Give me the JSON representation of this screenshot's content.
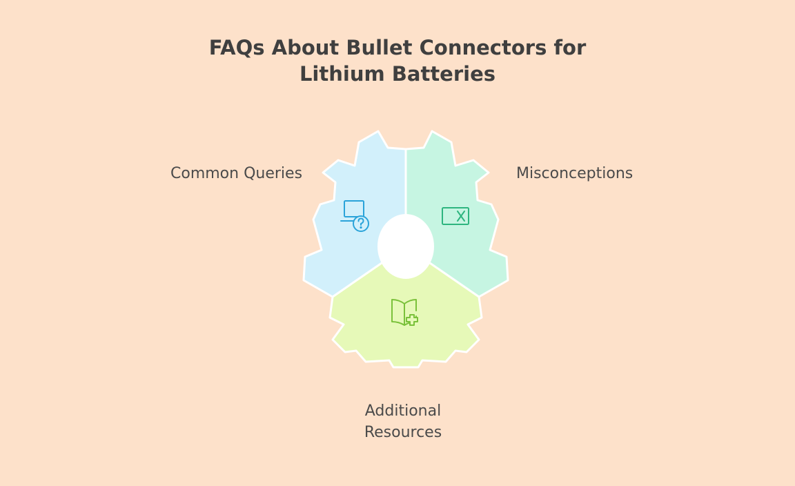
{
  "title": {
    "line1": "FAQs About Bullet Connectors for",
    "line2": "Lithium Batteries"
  },
  "segments": [
    {
      "key": "common",
      "label": "Common Queries",
      "icon": "laptop-question-icon",
      "color": "#d2f0fb"
    },
    {
      "key": "misc",
      "label": "Misconceptions",
      "icon": "x-box-icon",
      "color": "#c6f5e2"
    },
    {
      "key": "additional",
      "label_lines": [
        "Additional",
        "Resources"
      ],
      "icon": "book-plus-icon",
      "color": "#e6f9b8"
    }
  ],
  "colors": {
    "background": "#fde1ca",
    "blue_icon": "#2aa3d9",
    "green_icon": "#2db57f",
    "lime_icon": "#7ac13a"
  }
}
